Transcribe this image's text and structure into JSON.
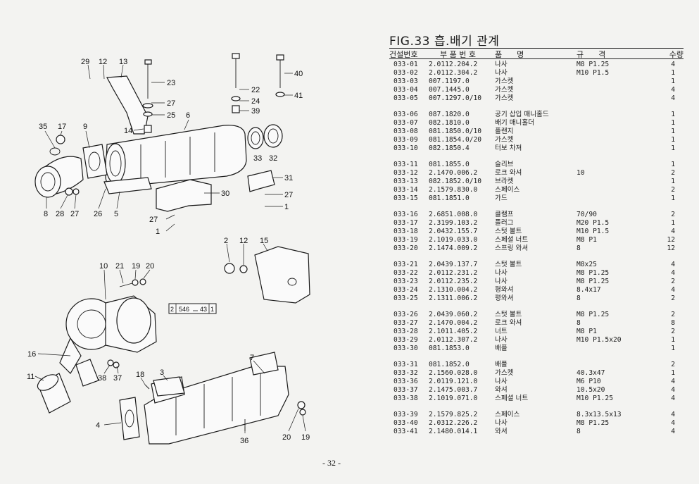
{
  "title": "FIG.33 흡.배기 관계",
  "headers": {
    "no": "건설번호",
    "partno": "부 품 번 호",
    "name": "품      명",
    "spec": "규      격",
    "qty": "수량"
  },
  "groups": [
    [
      {
        "no": "033-01",
        "partno": "2.0112.204.2",
        "name": "나사",
        "spec": "M8 P1.25",
        "qty": "4"
      },
      {
        "no": "033-02",
        "partno": "2.0112.304.2",
        "name": "나사",
        "spec": "M10 P1.5",
        "qty": "1"
      },
      {
        "no": "033-03",
        "partno": "007.1197.0",
        "name": "가스켓",
        "spec": "",
        "qty": "1"
      },
      {
        "no": "033-04",
        "partno": "007.1445.0",
        "name": "가스켓",
        "spec": "",
        "qty": "4"
      },
      {
        "no": "033-05",
        "partno": "007.1297.0/10",
        "name": "가스켓",
        "spec": "",
        "qty": "4"
      }
    ],
    [
      {
        "no": "033-06",
        "partno": "087.1820.0",
        "name": "공기 삽입 매니홀드",
        "spec": "",
        "qty": "1"
      },
      {
        "no": "033-07",
        "partno": "082.1810.0",
        "name": "배기 매니홀더",
        "spec": "",
        "qty": "1"
      },
      {
        "no": "033-08",
        "partno": "081.1850.0/10",
        "name": "플랜지",
        "spec": "",
        "qty": "1"
      },
      {
        "no": "033-09",
        "partno": "081.1854.0/20",
        "name": "가스켓",
        "spec": "",
        "qty": "1"
      },
      {
        "no": "033-10",
        "partno": "082.1850.4",
        "name": "터보 차져",
        "spec": "",
        "qty": "1"
      }
    ],
    [
      {
        "no": "033-11",
        "partno": "081.1855.0",
        "name": "슬리브",
        "spec": "",
        "qty": "1"
      },
      {
        "no": "033-12",
        "partno": "2.1470.006.2",
        "name": "로크 와셔",
        "spec": "10",
        "qty": "2"
      },
      {
        "no": "033-13",
        "partno": "082.1852.0/10",
        "name": "브라켓",
        "spec": "",
        "qty": "1"
      },
      {
        "no": "033-14",
        "partno": "2.1579.830.0",
        "name": "스페이스",
        "spec": "",
        "qty": "2"
      },
      {
        "no": "033-15",
        "partno": "081.1851.0",
        "name": "가드",
        "spec": "",
        "qty": "1"
      }
    ],
    [
      {
        "no": "033-16",
        "partno": "2.6851.008.0",
        "name": "클램프",
        "spec": "70/90",
        "qty": "2"
      },
      {
        "no": "033-17",
        "partno": "2.3199.103.2",
        "name": "플러그",
        "spec": "M20 P1.5",
        "qty": "1"
      },
      {
        "no": "033-18",
        "partno": "2.0432.155.7",
        "name": "스텃 볼트",
        "spec": "M10 P1.5",
        "qty": "4"
      },
      {
        "no": "033-19",
        "partno": "2.1019.033.0",
        "name": "스페셜 너트",
        "spec": "M8 P1",
        "qty": "12"
      },
      {
        "no": "033-20",
        "partno": "2.1474.009.2",
        "name": "스프링 와셔",
        "spec": "8",
        "qty": "12"
      }
    ],
    [
      {
        "no": "033-21",
        "partno": "2.0439.137.7",
        "name": "스텃 볼트",
        "spec": "M8x25",
        "qty": "4"
      },
      {
        "no": "033-22",
        "partno": "2.0112.231.2",
        "name": "나사",
        "spec": "M8 P1.25",
        "qty": "4"
      },
      {
        "no": "033-23",
        "partno": "2.0112.235.2",
        "name": "나사",
        "spec": "M8 P1.25",
        "qty": "2"
      },
      {
        "no": "033-24",
        "partno": "2.1310.004.2",
        "name": "평와셔",
        "spec": "8.4x17",
        "qty": "4"
      },
      {
        "no": "033-25",
        "partno": "2.1311.006.2",
        "name": "평와셔",
        "spec": "8",
        "qty": "2"
      }
    ],
    [
      {
        "no": "033-26",
        "partno": "2.0439.060.2",
        "name": "스텃 볼트",
        "spec": "M8 P1.25",
        "qty": "2"
      },
      {
        "no": "033-27",
        "partno": "2.1470.004.2",
        "name": "로크 와셔",
        "spec": "8",
        "qty": "8"
      },
      {
        "no": "033-28",
        "partno": "2.1011.405.2",
        "name": "너트",
        "spec": "M8 P1",
        "qty": "2"
      },
      {
        "no": "033-29",
        "partno": "2.0112.307.2",
        "name": "나사",
        "spec": "M10 P1.5x20",
        "qty": "1"
      },
      {
        "no": "033-30",
        "partno": "081.1853.0",
        "name": "배플",
        "spec": "",
        "qty": "1"
      }
    ],
    [
      {
        "no": "033-31",
        "partno": "081.1852.0",
        "name": "배플",
        "spec": "",
        "qty": "2"
      },
      {
        "no": "033-32",
        "partno": "2.1560.028.0",
        "name": "가스켓",
        "spec": "40.3x47",
        "qty": "1"
      },
      {
        "no": "033-36",
        "partno": "2.0119.121.0",
        "name": "나사",
        "spec": "M6 P10",
        "qty": "4"
      },
      {
        "no": "033-37",
        "partno": "2.1475.003.7",
        "name": "와셔",
        "spec": "10.5x20",
        "qty": "4"
      },
      {
        "no": "033-38",
        "partno": "2.1019.071.0",
        "name": "스페셜 너트",
        "spec": "M10 P1.25",
        "qty": "4"
      }
    ],
    [
      {
        "no": "033-39",
        "partno": "2.1579.825.2",
        "name": "스페이스",
        "spec": "8.3x13.5x13",
        "qty": "4"
      },
      {
        "no": "033-40",
        "partno": "2.0312.226.2",
        "name": "나사",
        "spec": "M8 P1.25",
        "qty": "4"
      },
      {
        "no": "033-41",
        "partno": "2.1480.014.1",
        "name": "와셔",
        "spec": "8",
        "qty": "4"
      }
    ]
  ],
  "diagram": {
    "callouts": [
      "29",
      "12",
      "13",
      "23",
      "27",
      "25",
      "6",
      "14",
      "35",
      "17",
      "9",
      "8",
      "28",
      "27",
      "26",
      "5",
      "22",
      "24",
      "39",
      "40",
      "41",
      "33",
      "32",
      "31",
      "30",
      "27",
      "1",
      "27",
      "1",
      "2",
      "12",
      "15",
      "10",
      "21",
      "19",
      "20",
      "16",
      "11",
      "38",
      "37",
      "18",
      "3",
      "7",
      "4",
      "36",
      "20",
      "19"
    ],
    "box_label": [
      "2",
      "546",
      "43",
      "1"
    ]
  },
  "page_number": "- 32 -"
}
